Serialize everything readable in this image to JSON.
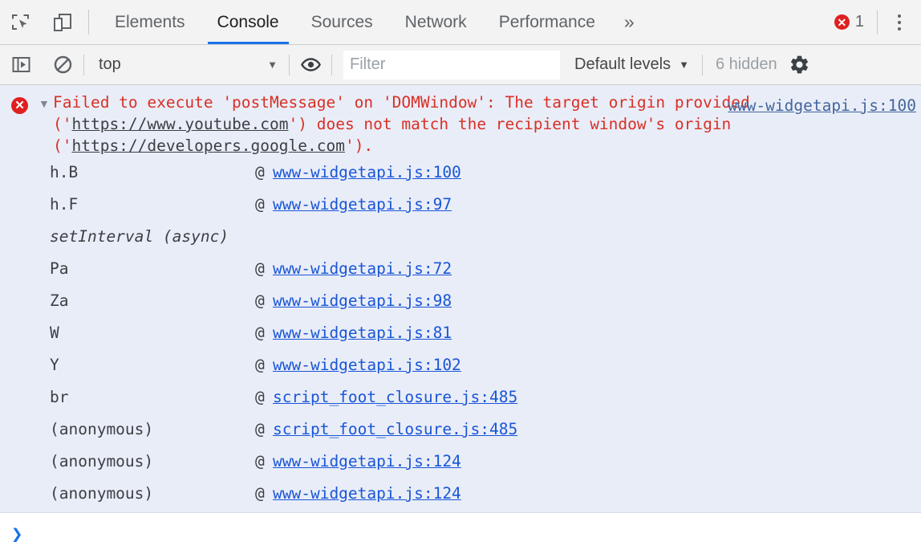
{
  "tabbar": {
    "inspect_icon": "inspect-element-icon",
    "device_icon": "device-toolbar-icon",
    "tabs": [
      {
        "label": "Elements",
        "active": false
      },
      {
        "label": "Console",
        "active": true
      },
      {
        "label": "Sources",
        "active": false
      },
      {
        "label": "Network",
        "active": false
      },
      {
        "label": "Performance",
        "active": false
      }
    ],
    "overflow_label": "»",
    "error_badge": {
      "symbol": "✕",
      "count": "1"
    },
    "menu_icon": "kebab-menu-icon",
    "active_tab_color": "#1a73e8",
    "error_color": "#e02020"
  },
  "toolbar": {
    "sidebar_icon": "console-sidebar-icon",
    "clear_icon": "clear-console-icon",
    "context": {
      "value": "top",
      "caret": "▼"
    },
    "eye_icon": "live-expression-eye-icon",
    "filter": {
      "value": "",
      "placeholder": "Filter"
    },
    "levels": {
      "label": "Default levels",
      "caret": "▼"
    },
    "hidden_count": "6 hidden",
    "settings_icon": "settings-gear-icon"
  },
  "console": {
    "message": {
      "icon": "error-icon",
      "disclosure": "▼",
      "parts": [
        {
          "text": "Failed to execute 'postMessage' on 'DOMWindow': The target origin provided ('",
          "link": false
        },
        {
          "text": "https://www.youtube.com",
          "link": true
        },
        {
          "text": "') does not match the recipient window's origin ('",
          "link": false
        },
        {
          "text": "https://developers.google.com",
          "link": true
        },
        {
          "text": "').",
          "link": false
        }
      ],
      "source": "www-widgetapi.js:100",
      "text_color": "#d93025"
    },
    "stack": [
      {
        "fn": "h.B",
        "at": "@",
        "link": "www-widgetapi.js:100",
        "async": false
      },
      {
        "fn": "h.F",
        "at": "@",
        "link": "www-widgetapi.js:97",
        "async": false
      },
      {
        "fn": "setInterval (async)",
        "at": "",
        "link": "",
        "async": true
      },
      {
        "fn": "Pa",
        "at": "@",
        "link": "www-widgetapi.js:72",
        "async": false
      },
      {
        "fn": "Za",
        "at": "@",
        "link": "www-widgetapi.js:98",
        "async": false
      },
      {
        "fn": "W",
        "at": "@",
        "link": "www-widgetapi.js:81",
        "async": false
      },
      {
        "fn": "Y",
        "at": "@",
        "link": "www-widgetapi.js:102",
        "async": false
      },
      {
        "fn": "br",
        "at": "@",
        "link": "script_foot_closure.js:485",
        "async": false
      },
      {
        "fn": "(anonymous)",
        "at": "@",
        "link": "script_foot_closure.js:485",
        "async": false
      },
      {
        "fn": "(anonymous)",
        "at": "@",
        "link": "www-widgetapi.js:124",
        "async": false
      },
      {
        "fn": "(anonymous)",
        "at": "@",
        "link": "www-widgetapi.js:124",
        "async": false
      }
    ],
    "prompt_caret": "❯",
    "link_color": "#1a56d6",
    "group_background": "#e9edf8"
  }
}
